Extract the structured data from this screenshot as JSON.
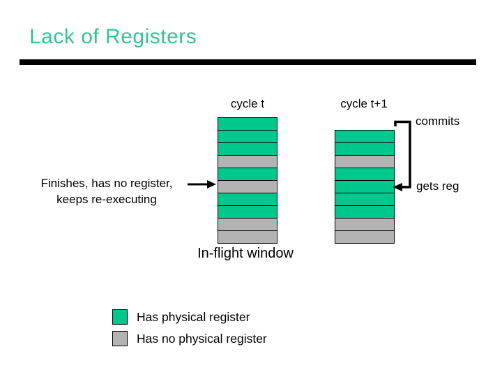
{
  "slide": {
    "title": "Lack of Registers"
  },
  "diagram": {
    "columns": [
      {
        "label": "cycle t",
        "cells": [
          "green",
          "green",
          "green",
          "gray",
          "green",
          "gray",
          "green",
          "green",
          "gray",
          "gray"
        ]
      },
      {
        "label": "cycle t+1",
        "cells": [
          "green",
          "green",
          "gray",
          "green",
          "green",
          "green",
          "green",
          "gray",
          "gray"
        ]
      }
    ],
    "annotations": {
      "left_note_line1": "Finishes, has no register,",
      "left_note_line2": "keeps re-executing",
      "commits_label": "commits",
      "gets_reg_label": "gets reg",
      "window_label": "In-flight window"
    },
    "colors": {
      "title_green": "#33C494",
      "has_register": "#00C88C",
      "no_register": "#B3B3B3",
      "arrow": "#000000"
    }
  },
  "legend": {
    "items": [
      {
        "swatch": "green",
        "label": "Has physical register"
      },
      {
        "swatch": "gray",
        "label": "Has no physical register"
      }
    ]
  }
}
